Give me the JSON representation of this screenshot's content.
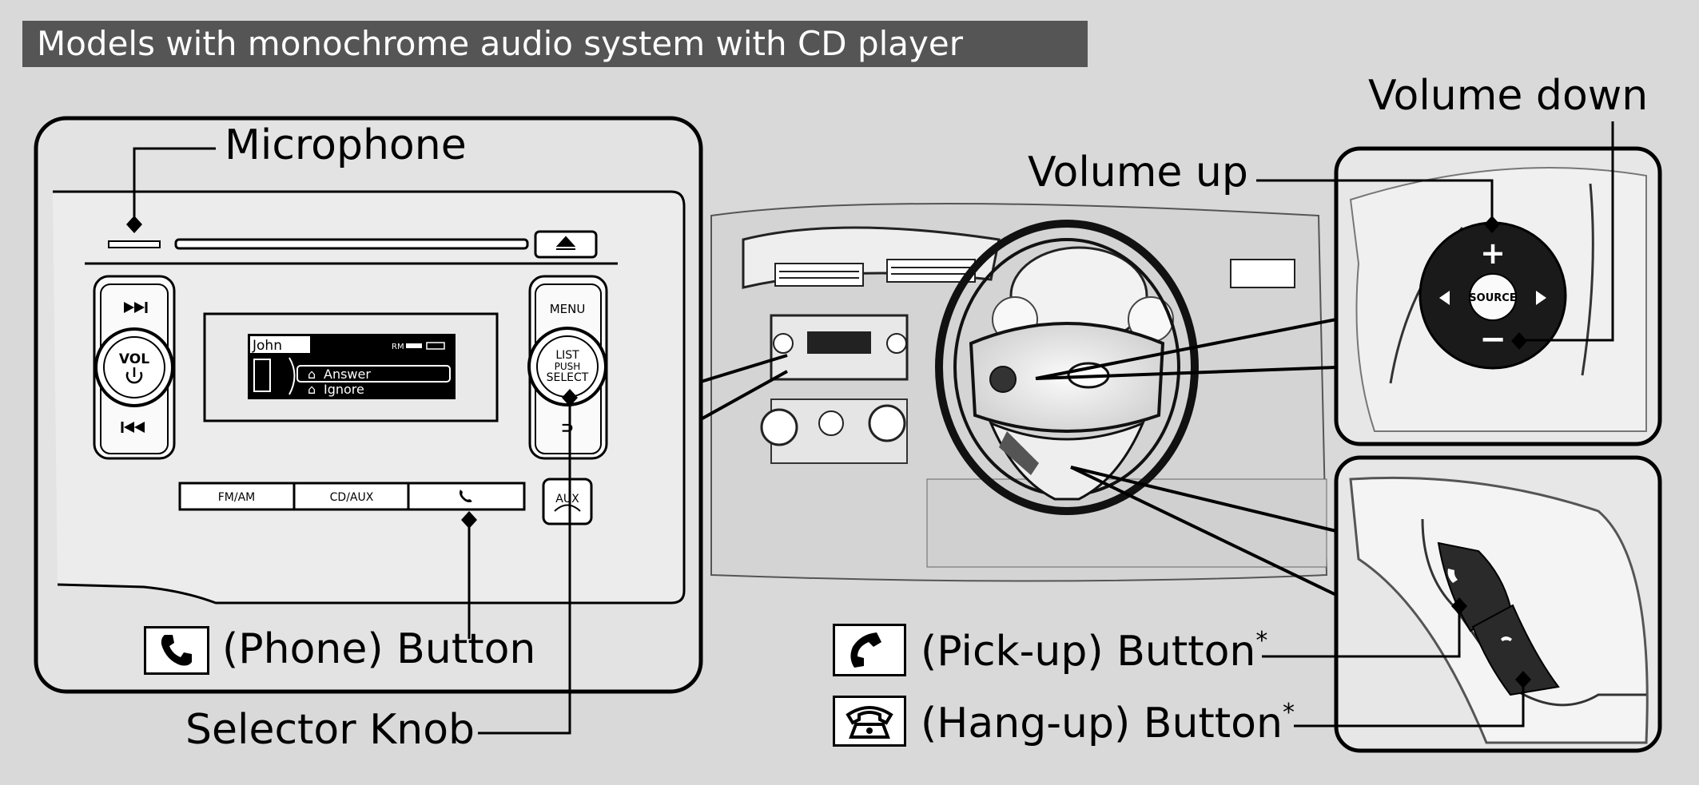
{
  "header": {
    "title": "Models with monochrome audio system with CD player"
  },
  "callouts": {
    "microphone": "Microphone",
    "phone_button": "(Phone) Button",
    "selector_knob": "Selector Knob",
    "volume_up": "Volume up",
    "volume_down": "Volume down",
    "pickup_button": "(Pick-up) Button",
    "hangup_button": "(Hang-up) Button",
    "asterisk": "*"
  },
  "audio_unit": {
    "display": {
      "caller": "John",
      "signal": "RM",
      "option_answer": "Answer",
      "option_ignore": "Ignore"
    },
    "buttons": {
      "vol": "VOL",
      "menu": "MENU",
      "list": "LIST",
      "push": "PUSH",
      "select": "SELECT",
      "fm_am": "FM/AM",
      "cd_aux": "CD/AUX",
      "aux": "AUX"
    }
  },
  "steering_controls": {
    "source": "SOURCE"
  },
  "icons": [
    "phone-icon",
    "pickup-icon",
    "hangup-icon",
    "eject-icon",
    "skip-forward-icon",
    "skip-back-icon",
    "power-icon"
  ]
}
